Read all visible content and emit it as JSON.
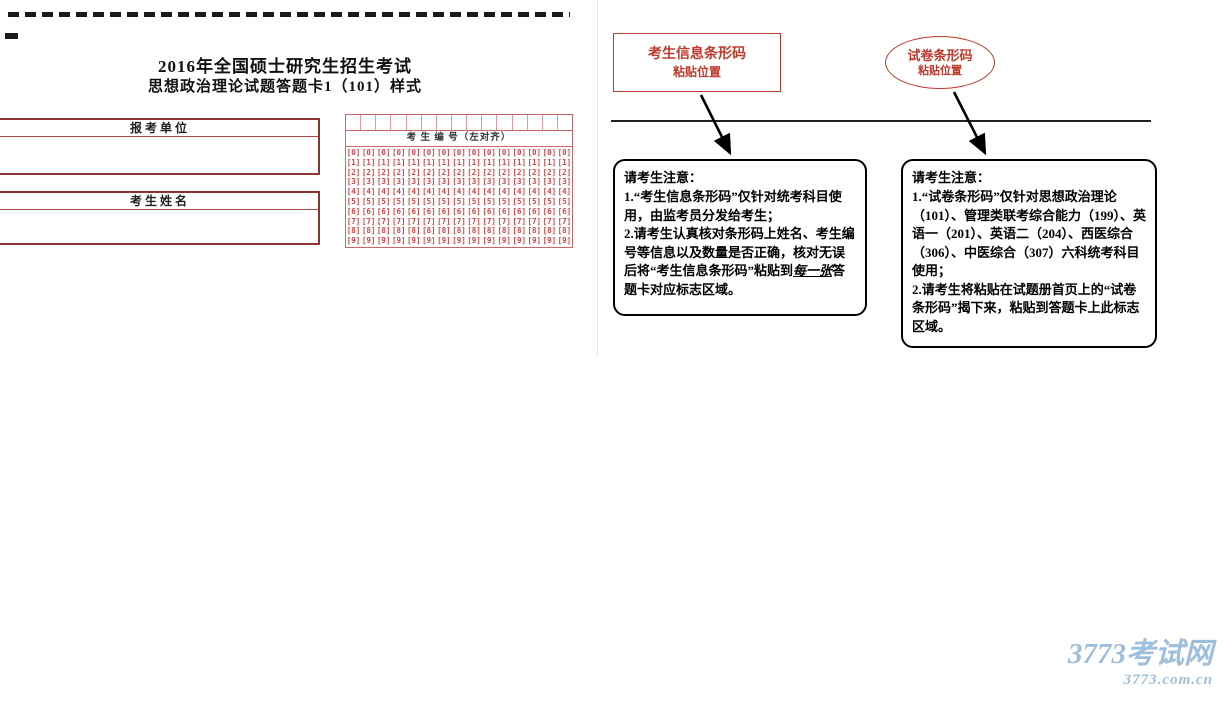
{
  "header": {
    "title_line1": "2016年全国硕士研究生招生考试",
    "title_line2": "思想政治理论试题答题卡1（101）样式"
  },
  "left_form": {
    "unit_label": "报 考 单 位",
    "name_label": "考 生 姓 名"
  },
  "exam_grid": {
    "header": "考 生 编 号（左对齐）",
    "columns": 15,
    "digits": [
      "0",
      "1",
      "2",
      "3",
      "4",
      "5",
      "6",
      "7",
      "8",
      "9"
    ],
    "bubble_color": "#d04545"
  },
  "barcode_labels": {
    "info_box": {
      "title": "考生信息条形码",
      "subtitle": "粘贴位置"
    },
    "paper_box": {
      "title": "试卷条形码",
      "subtitle": "粘贴位置"
    }
  },
  "notes": {
    "left": {
      "title": "请考生注意：",
      "item1": "1.“考生信息条形码”仅针对统考科目使用，由监考员分发给考生；",
      "item2_pre": "2.请考生认真核对条形码上姓名、考生编号等信息以及数量是否正确，核对无误后将“考生信息条形码”粘贴到",
      "item2_emphasis": "每一张",
      "item2_post": "答题卡对应标志区域。"
    },
    "right": {
      "title": "请考生注意：",
      "item1": "1.“试卷条形码”仅针对思想政治理论（101）、管理类联考综合能力（199）、英语一（201）、英语二（204）、西医综合（306）、中医综合（307）六科统考科目使用；",
      "item2": "2.请考生将粘贴在试题册首页上的“试卷条形码”揭下来，粘贴到答题卡上此标志区域。"
    }
  },
  "watermark": {
    "site_name": "3773考试网",
    "site_url": "3773.com.cn",
    "color": "#9fbedb"
  }
}
